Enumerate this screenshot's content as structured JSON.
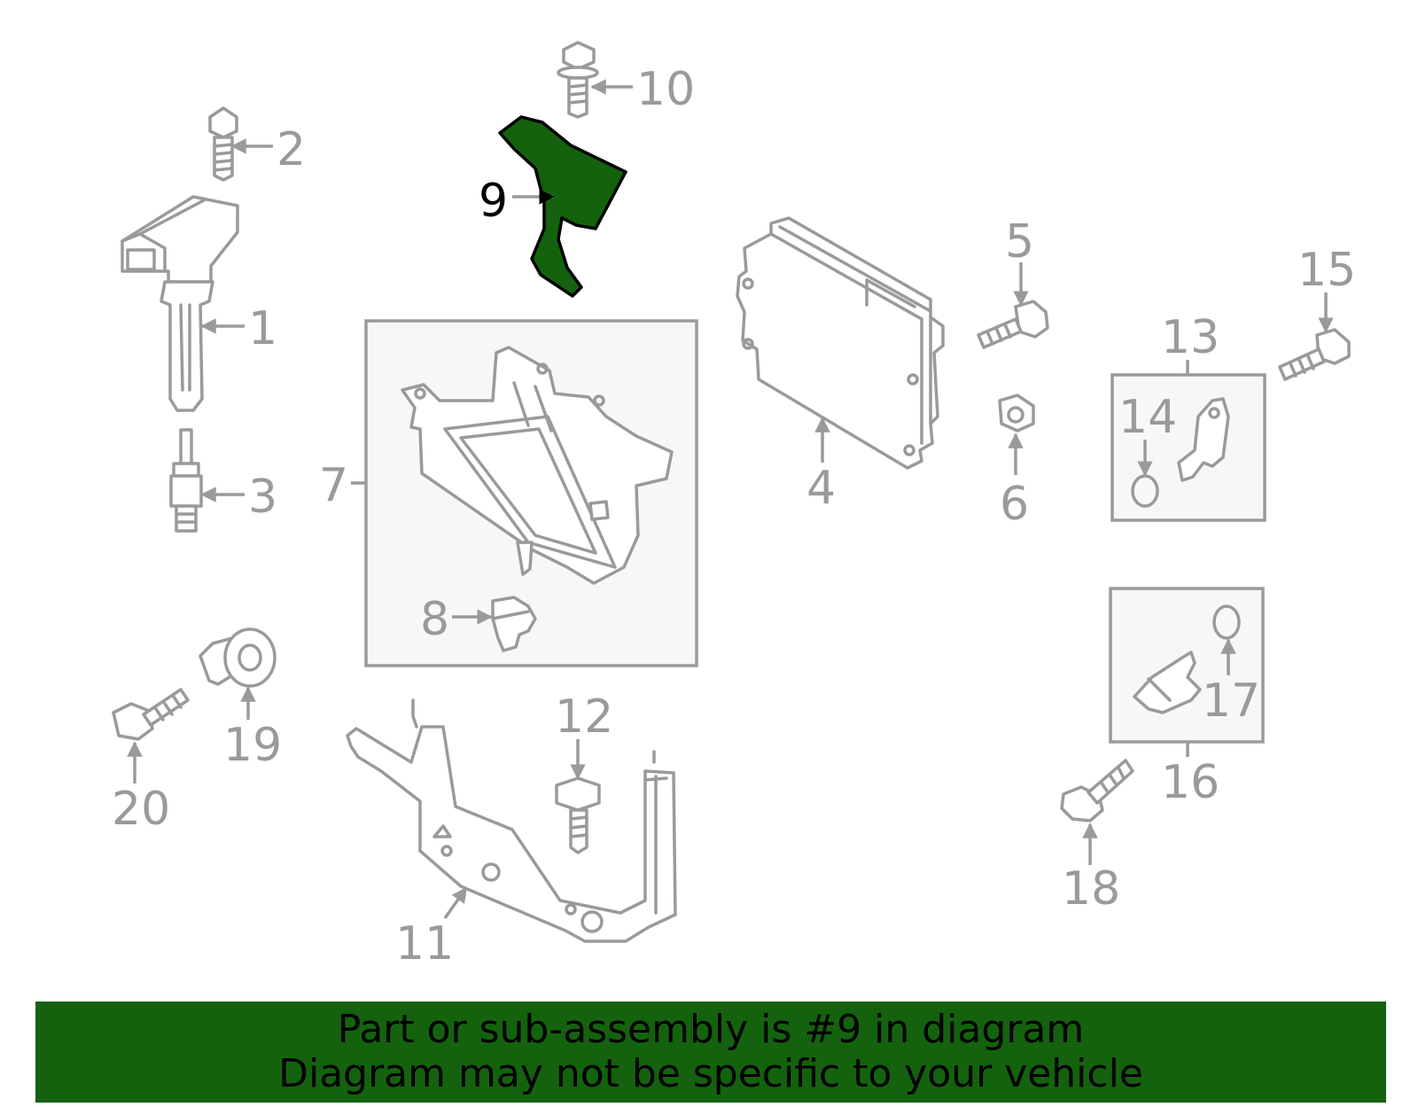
{
  "highlight_color": "#14620e",
  "part_color": "#9a9a9a",
  "callouts": {
    "c1": "1",
    "c2": "2",
    "c3": "3",
    "c4": "4",
    "c5": "5",
    "c6": "6",
    "c7": "7",
    "c8": "8",
    "c9": "9",
    "c10": "10",
    "c11": "11",
    "c12": "12",
    "c13": "13",
    "c14": "14",
    "c15": "15",
    "c16": "16",
    "c17": "17",
    "c18": "18",
    "c19": "19",
    "c20": "20"
  },
  "highlighted_part": "9",
  "banner": {
    "line1": "Part or sub-assembly is #9 in diagram",
    "line2": "Diagram may not be specific to your vehicle"
  }
}
